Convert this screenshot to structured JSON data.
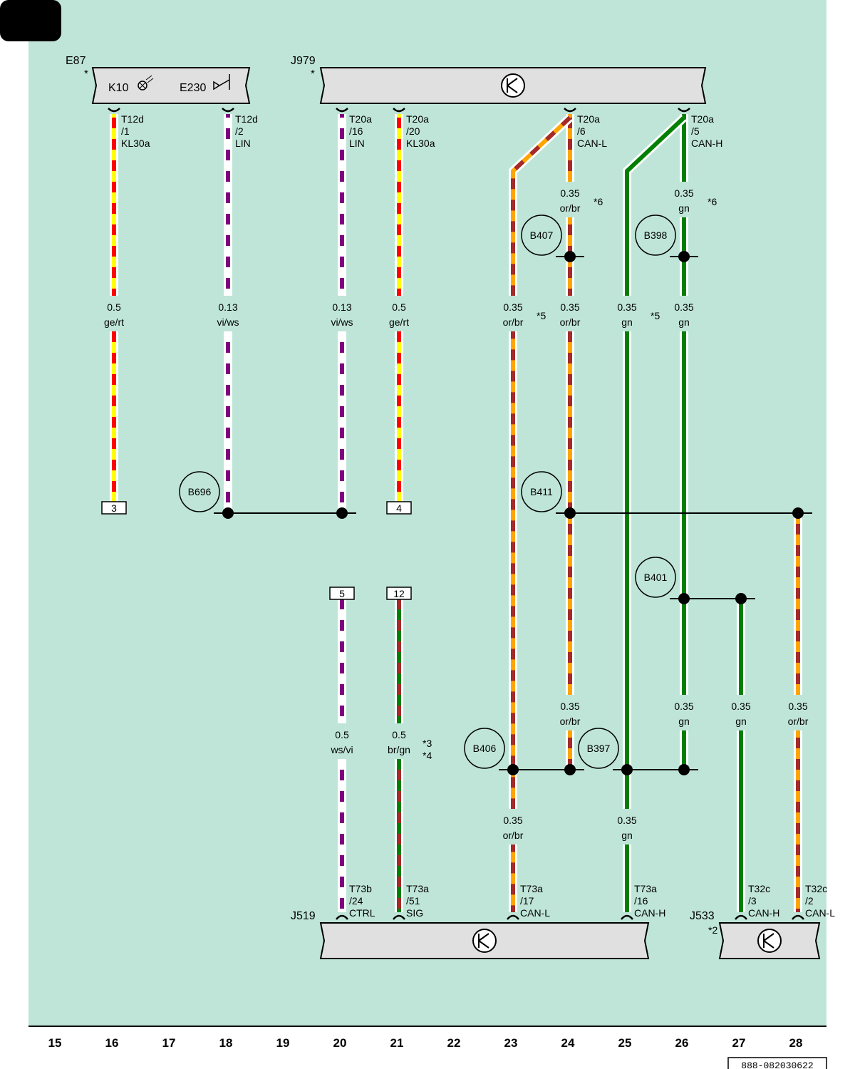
{
  "page": {
    "background": "#bfe5d8",
    "column_numbers": [
      "15",
      "16",
      "17",
      "18",
      "19",
      "20",
      "21",
      "22",
      "23",
      "24",
      "25",
      "26",
      "27",
      "28"
    ],
    "reference_code": "888-082030622"
  },
  "components": {
    "e87": {
      "label": "E87",
      "note": "*",
      "k10": "K10",
      "e230": "E230"
    },
    "j979": {
      "label": "J979",
      "note": "*"
    },
    "j519": {
      "label": "J519"
    },
    "j533": {
      "label": "J533",
      "note": "*2"
    }
  },
  "wires": [
    {
      "id": "w16",
      "pin": [
        "T12d",
        "/1",
        "KL30a"
      ],
      "gauge": "0.5",
      "color": "ge/rt",
      "colors": [
        "#ffff00",
        "#ff0000"
      ]
    },
    {
      "id": "w18",
      "pin": [
        "T12d",
        "/2",
        "LIN"
      ],
      "gauge": "0.13",
      "color": "vi/ws",
      "colors": [
        "#800080",
        "#ffffff"
      ]
    },
    {
      "id": "w20",
      "pin": [
        "T20a",
        "/16",
        "LIN"
      ],
      "gauge": "0.13",
      "color": "vi/ws",
      "colors": [
        "#800080",
        "#ffffff"
      ]
    },
    {
      "id": "w21",
      "pin": [
        "T20a",
        "/20",
        "KL30a"
      ],
      "gauge": "0.5",
      "color": "ge/rt",
      "colors": [
        "#ffff00",
        "#ff0000"
      ]
    },
    {
      "id": "w24",
      "pin": [
        "T20a",
        "/6",
        "CAN-L"
      ],
      "gauge_top": "0.35",
      "color_top": "or/br",
      "note_top": "*6",
      "gauge_mid": "0.35",
      "color_mid": "or/br",
      "gauge_bot": "0.35",
      "color_bot": "or/br",
      "colors": [
        "#ffa500",
        "#a52a2a"
      ]
    },
    {
      "id": "w26",
      "pin": [
        "T20a",
        "/5",
        "CAN-H"
      ],
      "gauge_top": "0.35",
      "color_top": "gn",
      "note_top": "*6",
      "gauge_mid": "0.35",
      "color_mid": "gn",
      "gauge_bot": "0.35",
      "color_bot": "gn",
      "colors": [
        "#008000"
      ]
    },
    {
      "id": "w23",
      "gauge_mid": "0.35",
      "color_mid": "or/br",
      "note_mid": "*5",
      "gauge_bot": "0.35",
      "color_bot": "or/br",
      "pin": [
        "T73a",
        "/17",
        "CAN-L"
      ]
    },
    {
      "id": "w25",
      "gauge_mid": "0.35",
      "color_mid": "gn",
      "note_mid": "*5",
      "gauge_bot": "0.35",
      "color_bot": "gn",
      "pin": [
        "T73a",
        "/16",
        "CAN-H"
      ]
    },
    {
      "id": "w20b",
      "pin": [
        "T73b",
        "/24",
        "CTRL"
      ],
      "gauge": "0.5",
      "color": "ws/vi",
      "colors": [
        "#ffffff",
        "#800080"
      ]
    },
    {
      "id": "w21b",
      "pin": [
        "T73a",
        "/51",
        "SIG"
      ],
      "gauge": "0.5",
      "color": "br/gn",
      "notes": [
        "*3",
        "*4"
      ],
      "colors": [
        "#a52a2a",
        "#008000"
      ]
    },
    {
      "id": "w27",
      "pin": [
        "T32c",
        "/3",
        "CAN-H"
      ],
      "gauge": "0.35",
      "color": "gn"
    },
    {
      "id": "w28",
      "pin": [
        "T32c",
        "/2",
        "CAN-L"
      ],
      "gauge": "0.35",
      "color": "or/br"
    }
  ],
  "splices": [
    "B407",
    "B398",
    "B696",
    "B411",
    "B401",
    "B406",
    "B397"
  ],
  "connectors": [
    "3",
    "4",
    "5",
    "12"
  ]
}
